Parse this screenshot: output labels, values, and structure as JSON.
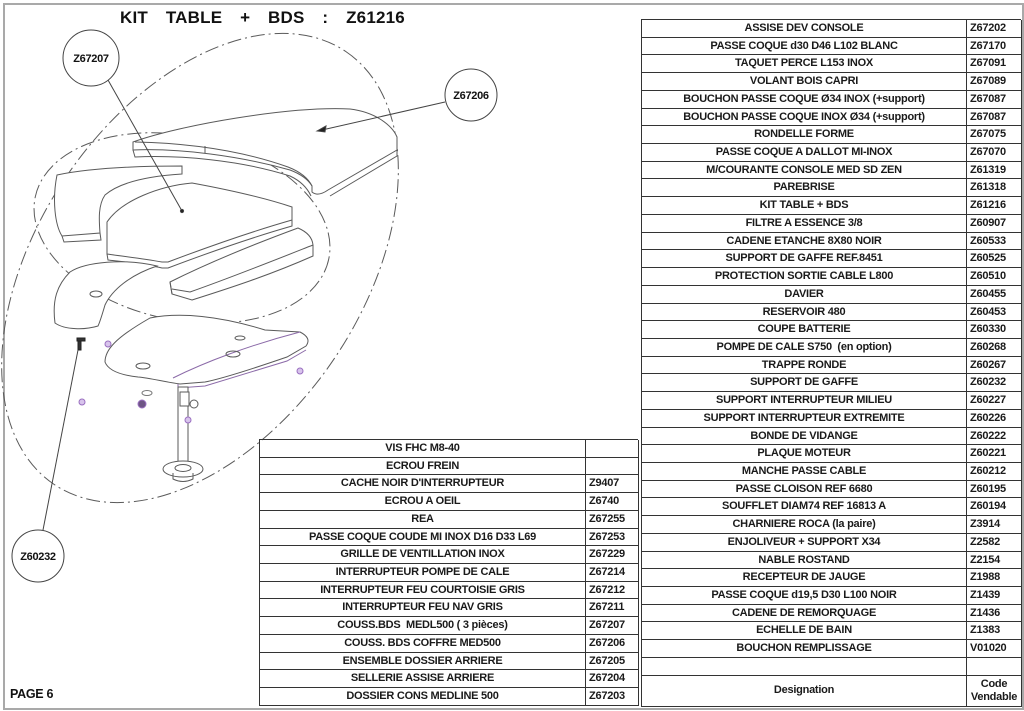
{
  "page": {
    "title": "KIT  TABLE  +  BDS  :  Z61216",
    "page_label": "PAGE 6"
  },
  "drawing": {
    "line_color": "#5a5a5a",
    "hardware_color": "#9a6fc0",
    "callouts": [
      {
        "label": "Z67207"
      },
      {
        "label": "Z67206"
      },
      {
        "label": "Z60232"
      }
    ]
  },
  "tables": {
    "right": {
      "header": {
        "designation": "Designation",
        "code_line1": "Code",
        "code_line2": "Vendable"
      },
      "rows": [
        {
          "designation": "ASSISE DEV CONSOLE",
          "code": "Z67202"
        },
        {
          "designation": "PASSE COQUE d30 D46 L102 BLANC",
          "code": "Z67170"
        },
        {
          "designation": "TAQUET PERCE L153 INOX",
          "code": "Z67091"
        },
        {
          "designation": "VOLANT BOIS CAPRI",
          "code": "Z67089"
        },
        {
          "designation": "BOUCHON PASSE COQUE Ø34 INOX (+support)",
          "code": "Z67087"
        },
        {
          "designation": "BOUCHON PASSE COQUE INOX Ø34 (+support)",
          "code": "Z67087"
        },
        {
          "designation": "RONDELLE FORME",
          "code": "Z67075"
        },
        {
          "designation": "PASSE COQUE A DALLOT MI-INOX",
          "code": "Z67070"
        },
        {
          "designation": "M/COURANTE CONSOLE MED SD ZEN",
          "code": "Z61319"
        },
        {
          "designation": "PAREBRISE",
          "code": "Z61318"
        },
        {
          "designation": "KIT TABLE + BDS",
          "code": "Z61216"
        },
        {
          "designation": "FILTRE A ESSENCE 3/8",
          "code": "Z60907"
        },
        {
          "designation": "CADENE ETANCHE 8X80 NOIR",
          "code": "Z60533"
        },
        {
          "designation": "SUPPORT DE GAFFE REF.8451",
          "code": "Z60525"
        },
        {
          "designation": "PROTECTION SORTIE CABLE L800",
          "code": "Z60510"
        },
        {
          "designation": "DAVIER",
          "code": "Z60455"
        },
        {
          "designation": "RESERVOIR 480",
          "code": "Z60453"
        },
        {
          "designation": "COUPE BATTERIE",
          "code": "Z60330"
        },
        {
          "designation": "POMPE DE CALE S750  (en option)",
          "code": "Z60268"
        },
        {
          "designation": "TRAPPE RONDE",
          "code": "Z60267"
        },
        {
          "designation": "SUPPORT DE GAFFE",
          "code": "Z60232"
        },
        {
          "designation": "SUPPORT INTERRUPTEUR MILIEU",
          "code": "Z60227"
        },
        {
          "designation": "SUPPORT INTERRUPTEUR EXTREMITE",
          "code": "Z60226"
        },
        {
          "designation": "BONDE DE VIDANGE",
          "code": "Z60222"
        },
        {
          "designation": "PLAQUE MOTEUR",
          "code": "Z60221"
        },
        {
          "designation": "MANCHE PASSE CABLE",
          "code": "Z60212"
        },
        {
          "designation": "PASSE CLOISON REF 6680",
          "code": "Z60195"
        },
        {
          "designation": "SOUFFLET DIAM74 REF 16813 A",
          "code": "Z60194"
        },
        {
          "designation": "CHARNIERE ROCA (la paire)",
          "code": "Z3914"
        },
        {
          "designation": "ENJOLIVEUR + SUPPORT X34",
          "code": "Z2582"
        },
        {
          "designation": "NABLE ROSTAND",
          "code": "Z2154"
        },
        {
          "designation": "RECEPTEUR DE JAUGE",
          "code": "Z1988"
        },
        {
          "designation": "PASSE COQUE d19,5 D30 L100 NOIR",
          "code": "Z1439"
        },
        {
          "designation": "CADENE DE REMORQUAGE",
          "code": "Z1436"
        },
        {
          "designation": "ECHELLE DE BAIN",
          "code": "Z1383"
        },
        {
          "designation": "BOUCHON REMPLISSAGE",
          "code": "V01020"
        },
        {
          "designation": "",
          "code": ""
        }
      ]
    },
    "left": {
      "rows": [
        {
          "designation": "VIS FHC M8-40",
          "code": ""
        },
        {
          "designation": "ECROU FREIN",
          "code": ""
        },
        {
          "designation": "CACHE NOIR D'INTERRUPTEUR",
          "code": "Z9407"
        },
        {
          "designation": "ECROU A OEIL",
          "code": "Z6740"
        },
        {
          "designation": "REA",
          "code": "Z67255"
        },
        {
          "designation": "PASSE COQUE COUDE MI INOX D16 D33 L69",
          "code": "Z67253"
        },
        {
          "designation": "GRILLE DE VENTILLATION INOX",
          "code": "Z67229"
        },
        {
          "designation": "INTERRUPTEUR POMPE DE CALE",
          "code": "Z67214"
        },
        {
          "designation": "INTERRUPTEUR FEU COURTOISIE GRIS",
          "code": "Z67212"
        },
        {
          "designation": "INTERRUPTEUR FEU NAV GRIS",
          "code": "Z67211"
        },
        {
          "designation": "COUSS.BDS  MEDL500 ( 3 pièces)",
          "code": "Z67207"
        },
        {
          "designation": "COUSS. BDS COFFRE MED500",
          "code": "Z67206"
        },
        {
          "designation": "ENSEMBLE DOSSIER ARRIERE",
          "code": "Z67205"
        },
        {
          "designation": "SELLERIE ASSISE ARRIERE",
          "code": "Z67204"
        },
        {
          "designation": "DOSSIER CONS MEDLINE 500",
          "code": "Z67203"
        }
      ]
    }
  }
}
